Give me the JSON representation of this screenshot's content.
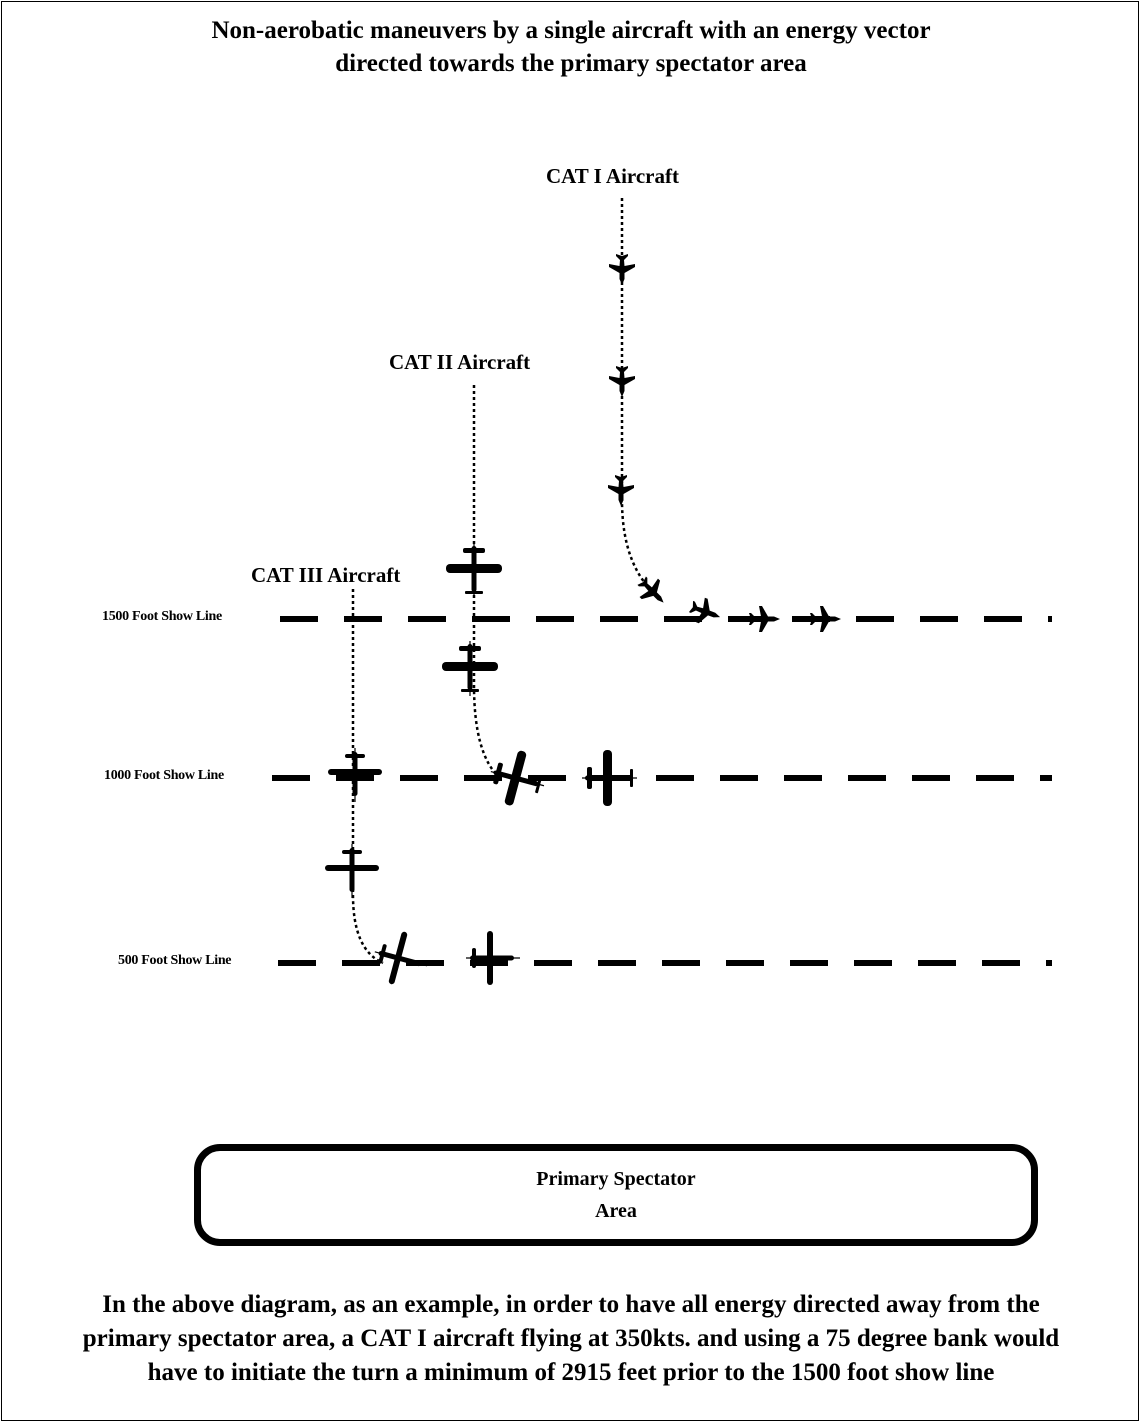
{
  "title": {
    "line1": "Non-aerobatic maneuvers by a single aircraft with an energy vector",
    "line2": "directed towards the primary spectator area"
  },
  "categories": {
    "cat1": "CAT I Aircraft",
    "cat2": "CAT II Aircraft",
    "cat3": "CAT III Aircraft"
  },
  "show_lines": {
    "line1500": "1500 Foot Show Line",
    "line1000": "1000 Foot Show Line",
    "line500": "500 Foot Show Line"
  },
  "spectator_area": {
    "line1": "Primary Spectator",
    "line2": "Area"
  },
  "caption": {
    "line1": "In the above diagram, as an example, in order to have all energy directed away from the",
    "line2": "primary spectator area, a CAT I aircraft flying at 350kts. and using a 75 degree bank would",
    "line3": "have to initiate the turn a minimum of 2915 feet prior to the 1500 foot show line"
  },
  "colors": {
    "ink": "#000000",
    "background": "#ffffff"
  },
  "icons": [
    "jet-aircraft-icon",
    "turboprop-aircraft-icon",
    "light-aircraft-icon"
  ]
}
